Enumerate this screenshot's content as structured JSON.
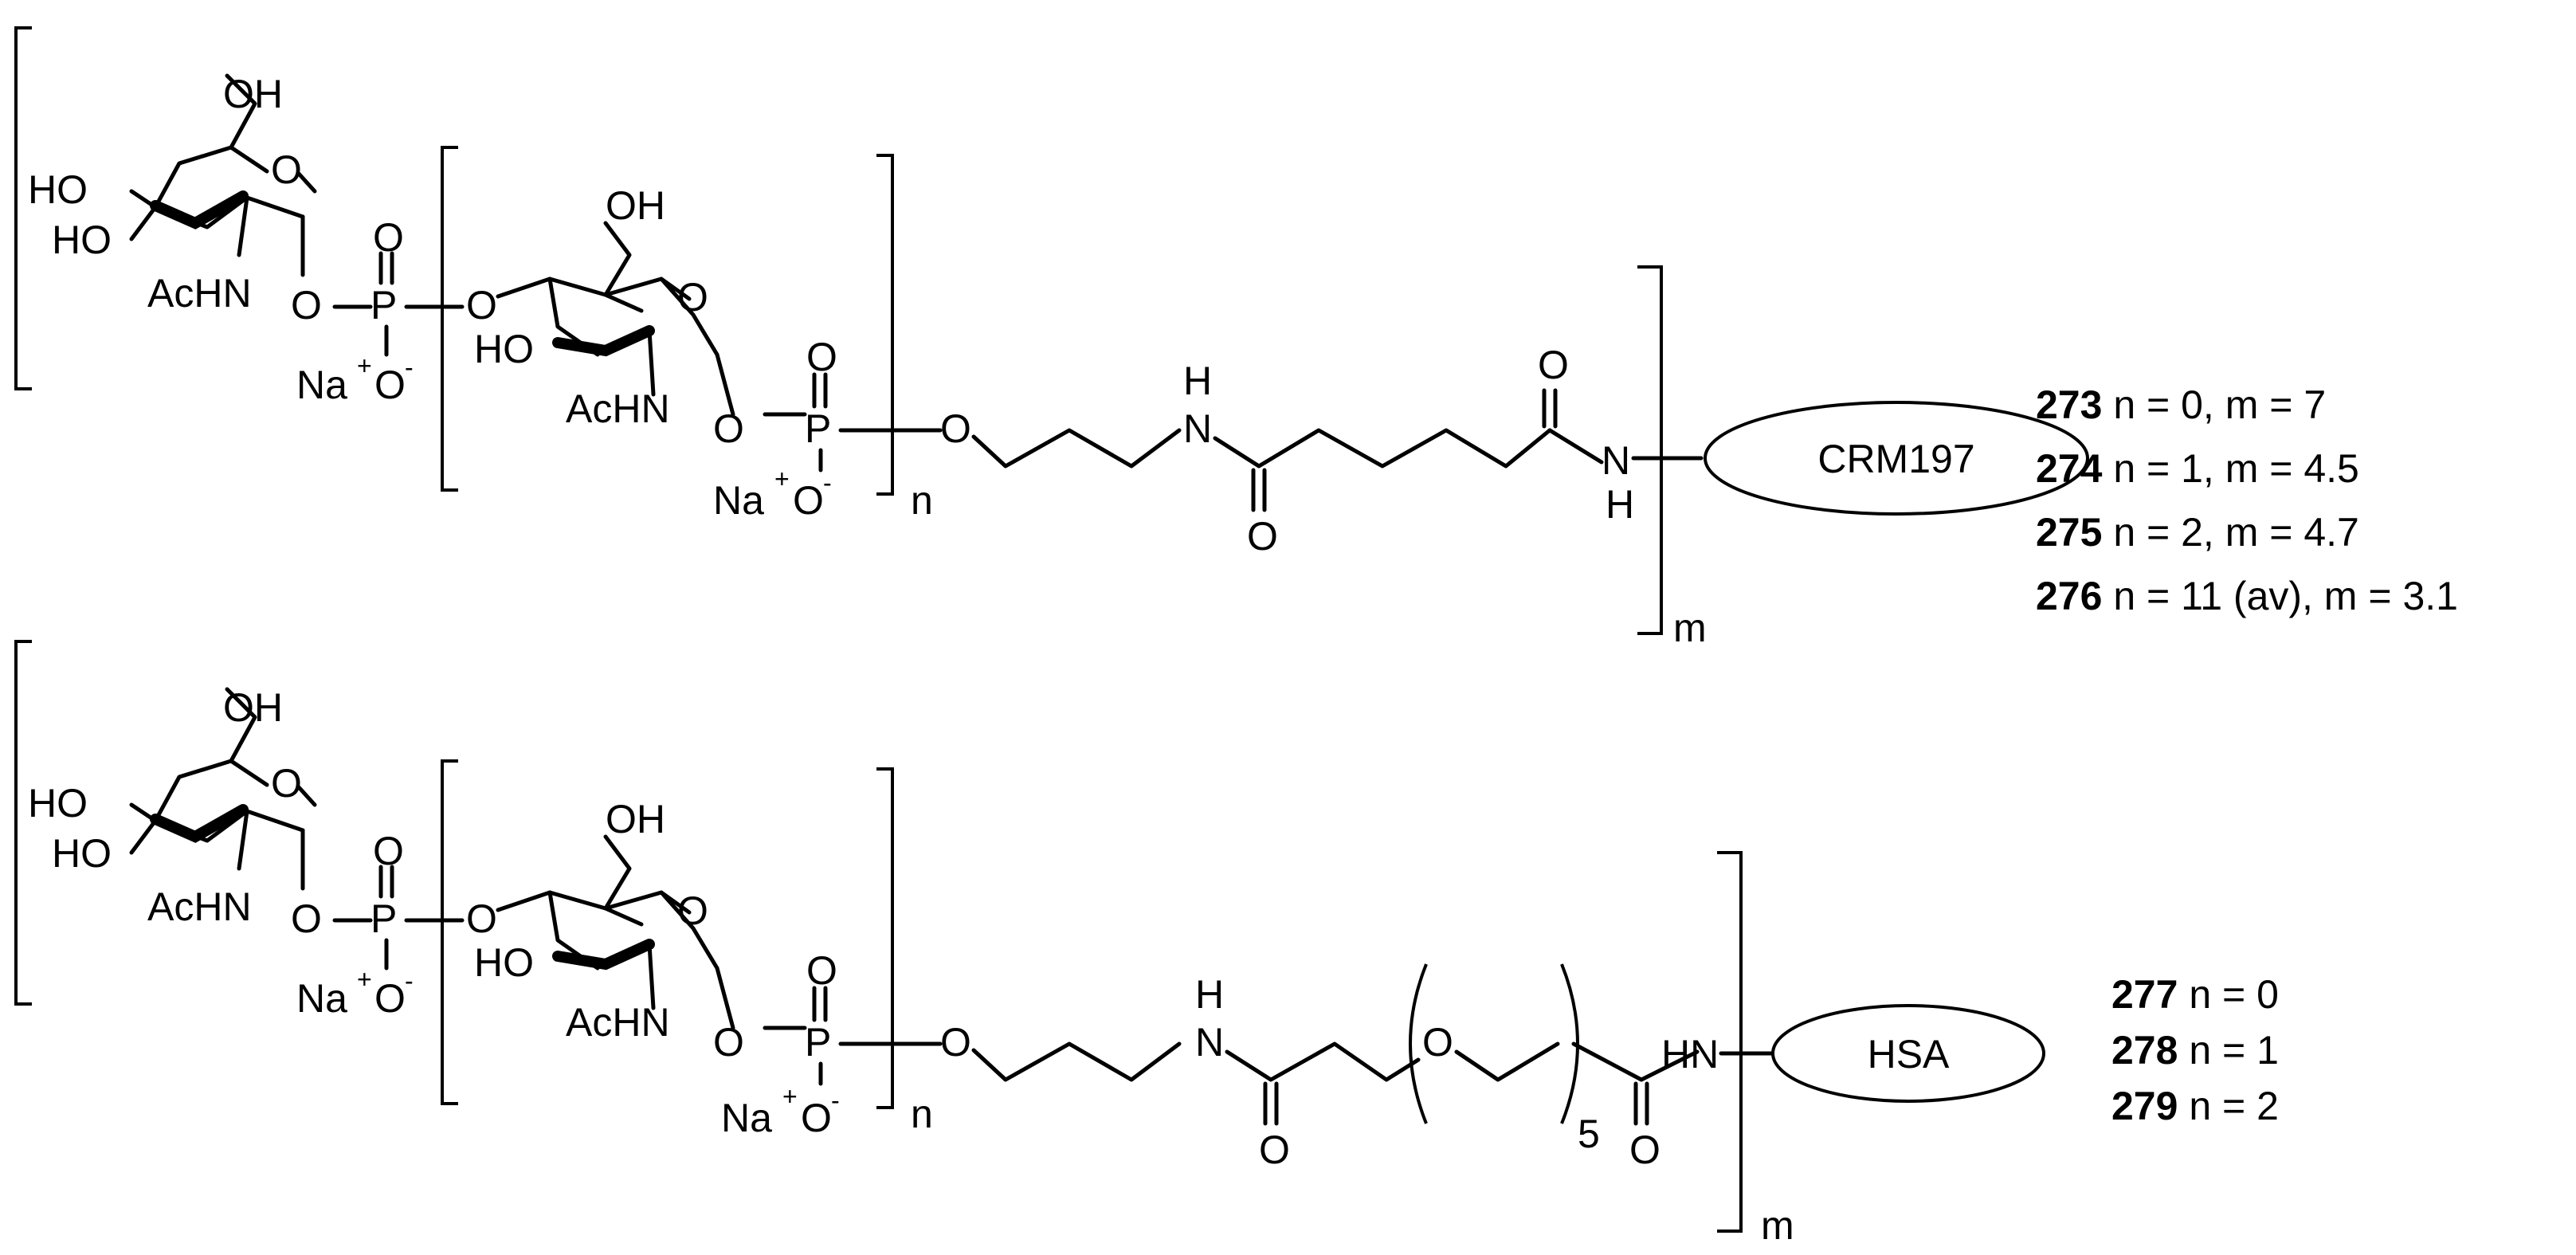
{
  "structure_1": {
    "labels": {
      "oh_top": "OH",
      "ho_ring1": "HO",
      "ho_ring1b": "HO",
      "achn_ring1": "AcHN",
      "o_ring1": "O",
      "o_link1": "O",
      "p1": "P",
      "o_p1_top": "O",
      "na1": "Na",
      "na1_sup": "+",
      "o1_minus": "O",
      "o1_minus_sup": "-",
      "o_link2": "O",
      "oh_ring2": "OH",
      "ho_ring2": "HO",
      "o_ring2": "O",
      "achn_ring2": "AcHN",
      "o_link3": "O",
      "p2": "P",
      "o_p2_top": "O",
      "na2": "Na",
      "na2_sup": "+",
      "o2_minus": "O",
      "o2_minus_sup": "-",
      "n_sub": "n",
      "o_chain": "O",
      "h_amide1": "H",
      "n_amide1": "N",
      "o_carbonyl1": "O",
      "o_carbonyl2": "O",
      "n_amide2": "N",
      "h_amide2": "H",
      "m_sub": "m",
      "protein": "CRM197"
    },
    "compounds": [
      {
        "num": "273",
        "desc": " n = 0, m = 7"
      },
      {
        "num": "274",
        "desc": " n = 1, m = 4.5"
      },
      {
        "num": "275",
        "desc": " n = 2, m = 4.7"
      },
      {
        "num": "276",
        "desc": " n = 11 (av), m = 3.1"
      }
    ]
  },
  "structure_2": {
    "labels": {
      "oh_top": "OH",
      "ho_ring1": "HO",
      "ho_ring1b": "HO",
      "achn_ring1": "AcHN",
      "o_ring1": "O",
      "o_link1": "O",
      "p1": "P",
      "o_p1_top": "O",
      "na1": "Na",
      "na1_sup": "+",
      "o1_minus": "O",
      "o1_minus_sup": "-",
      "o_link2": "O",
      "oh_ring2": "OH",
      "ho_ring2": "HO",
      "o_ring2": "O",
      "achn_ring2": "AcHN",
      "o_link3": "O",
      "p2": "P",
      "o_p2_top": "O",
      "na2": "Na",
      "na2_sup": "+",
      "o2_minus": "O",
      "o2_minus_sup": "-",
      "n_sub": "n",
      "o_chain": "O",
      "h_amide1": "H",
      "n_amide1": "N",
      "o_carbonyl1": "O",
      "o_peg": "O",
      "peg_sub": "5",
      "o_carbonyl2": "O",
      "hn_amide2": "HN",
      "m_sub": "m",
      "protein": "HSA"
    },
    "compounds": [
      {
        "num": "277",
        "desc": " n = 0"
      },
      {
        "num": "278",
        "desc": " n = 1"
      },
      {
        "num": "279",
        "desc": " n = 2"
      }
    ]
  }
}
